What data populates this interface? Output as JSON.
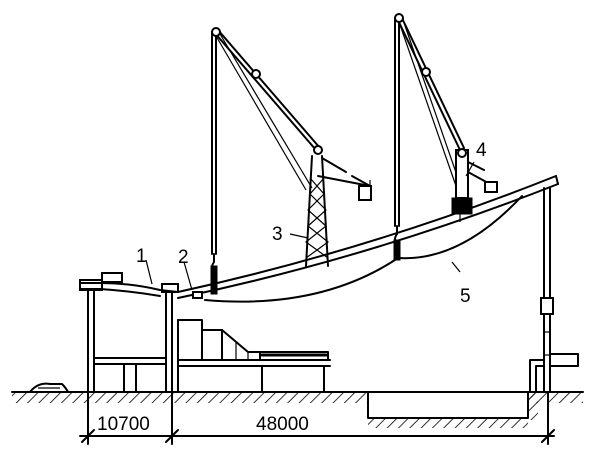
{
  "labels": {
    "item1": "1",
    "item2": "2",
    "item3": "3",
    "item4": "4",
    "item5": "5"
  },
  "dimensions": {
    "left_span": "10700",
    "main_span": "48000"
  }
}
